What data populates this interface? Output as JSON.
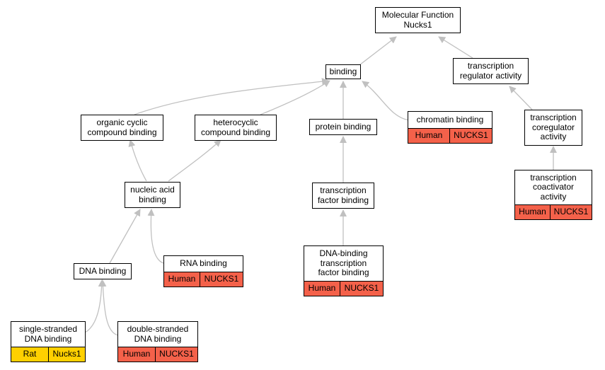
{
  "colors": {
    "human": "#f4614a",
    "rat": "#ffd000",
    "edge": "#c0c0c0"
  },
  "nodes": {
    "root": {
      "label": "Molecular Function\nNucks1"
    },
    "binding": {
      "label": "binding"
    },
    "trreg": {
      "label": "transcription\nregulator activity"
    },
    "ocyc": {
      "label": "organic cyclic\ncompound binding"
    },
    "hcyc": {
      "label": "heterocyclic\ncompound binding"
    },
    "prot": {
      "label": "protein binding"
    },
    "chrom": {
      "label": "chromatin binding",
      "species": "Human",
      "gene": "NUCKS1"
    },
    "coreg": {
      "label": "transcription\ncoregulator\nactivity"
    },
    "nucl": {
      "label": "nucleic acid\nbinding"
    },
    "tfb": {
      "label": "transcription\nfactor binding"
    },
    "coact": {
      "label": "transcription\ncoactivator\nactivity",
      "species": "Human",
      "gene": "NUCKS1"
    },
    "rna": {
      "label": "RNA binding",
      "species": "Human",
      "gene": "NUCKS1"
    },
    "dna": {
      "label": "DNA binding"
    },
    "dbtf": {
      "label": "DNA-binding\ntranscription\nfactor binding",
      "species": "Human",
      "gene": "NUCKS1"
    },
    "ssdna": {
      "label": "single-stranded\nDNA binding",
      "species": "Rat",
      "gene": "Nucks1"
    },
    "dsdna": {
      "label": "double-stranded\nDNA binding",
      "species": "Human",
      "gene": "NUCKS1"
    }
  }
}
